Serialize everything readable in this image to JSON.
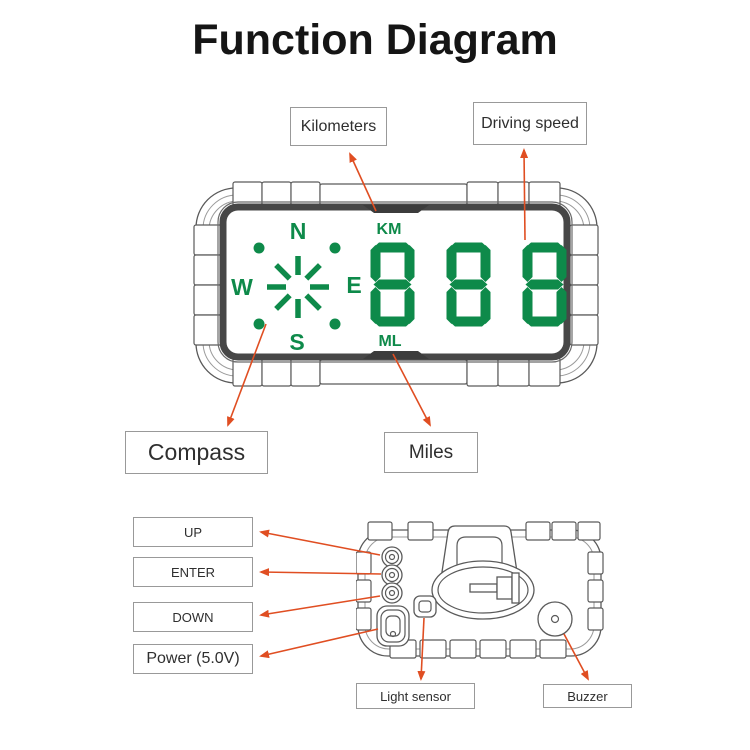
{
  "title": "Function Diagram",
  "colors": {
    "display_green": "#0e8a4a",
    "arrow_red": "#e04e22"
  },
  "labels": {
    "kilometers": "Kilometers",
    "driving_speed": "Driving speed",
    "compass": "Compass",
    "miles": "Miles",
    "up": "UP",
    "enter": "ENTER",
    "down": "DOWN",
    "power": "Power (5.0V)",
    "light_sensor": "Light sensor",
    "buzzer": "Buzzer"
  },
  "display": {
    "value": "888",
    "unit_top": "KM",
    "unit_bottom": "ML",
    "compass": {
      "north": "N",
      "east": "E",
      "south": "S",
      "west": "W"
    }
  },
  "callouts": [
    {
      "label": "Kilometers",
      "points_to": "km-unit-indicator"
    },
    {
      "label": "Driving speed",
      "points_to": "speed-digits"
    },
    {
      "label": "Compass",
      "points_to": "compass-display"
    },
    {
      "label": "Miles",
      "points_to": "ml-unit-indicator"
    },
    {
      "label": "UP",
      "points_to": "up-button"
    },
    {
      "label": "ENTER",
      "points_to": "enter-button"
    },
    {
      "label": "DOWN",
      "points_to": "down-button"
    },
    {
      "label": "Power (5.0V)",
      "points_to": "power-port"
    },
    {
      "label": "Light sensor",
      "points_to": "light-sensor"
    },
    {
      "label": "Buzzer",
      "points_to": "buzzer"
    }
  ]
}
